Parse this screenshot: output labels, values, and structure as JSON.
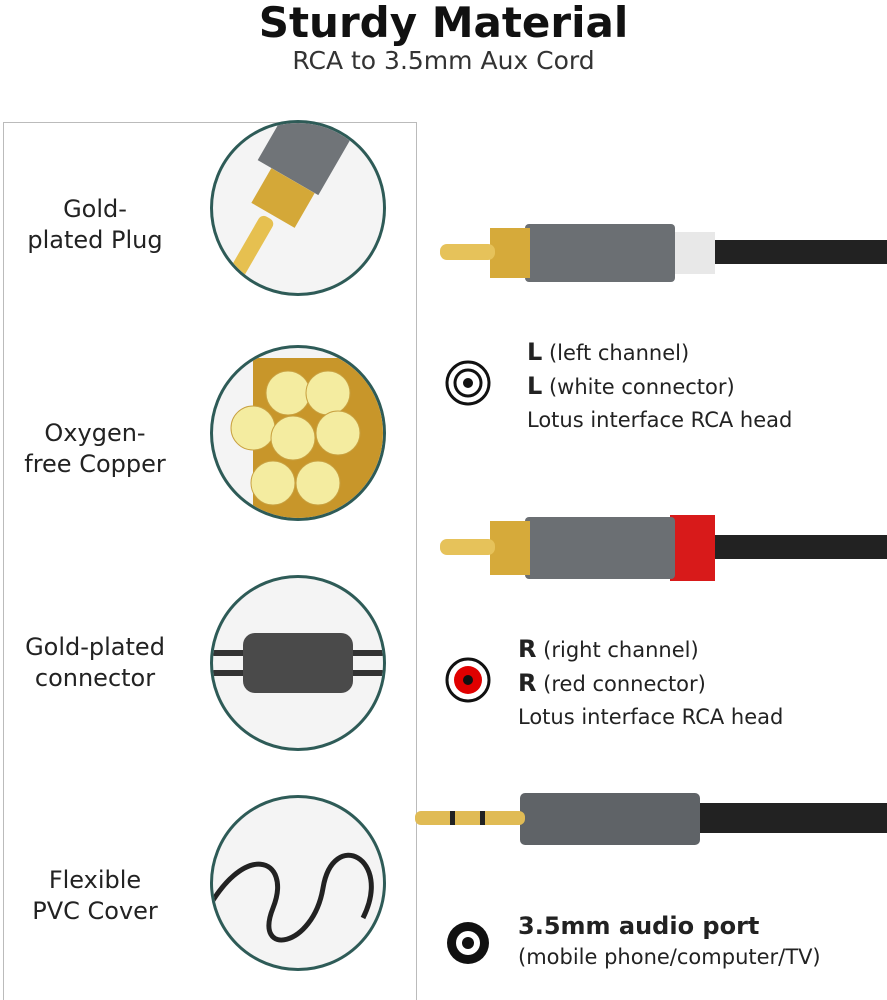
{
  "header": {
    "title": "Sturdy Material",
    "subtitle": "RCA to 3.5mm Aux Cord"
  },
  "features": [
    {
      "label_line1": "Gold-",
      "label_line2": "plated Plug"
    },
    {
      "label_line1": "Oxygen-",
      "label_line2": "free Copper"
    },
    {
      "label_line1": "Gold-plated",
      "label_line2": "connector"
    },
    {
      "label_line1": "Flexible",
      "label_line2": "PVC Cover"
    }
  ],
  "ports": [
    {
      "icon": "white-rca-port-icon",
      "color": "#ffffff",
      "letter1": "L",
      "text1": "(left channel)",
      "letter2": "L",
      "text2": "(white connector)",
      "text3": "Lotus interface RCA head"
    },
    {
      "icon": "red-rca-port-icon",
      "color": "#e00000",
      "letter1": "R",
      "text1": "(right channel)",
      "letter2": "R",
      "text2": "(red connector)",
      "text3": "Lotus interface RCA head"
    },
    {
      "icon": "aux-port-icon",
      "title": "3.5mm audio port",
      "text": "(mobile phone/computer/TV)"
    }
  ]
}
